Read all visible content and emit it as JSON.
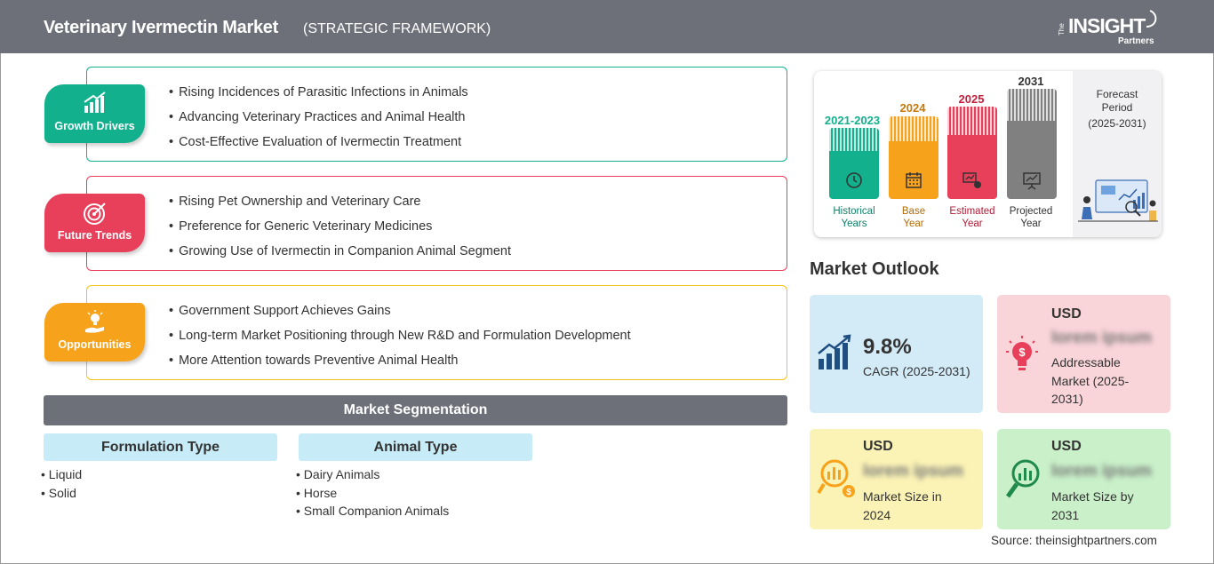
{
  "header": {
    "title": "Veterinary Ivermectin Market",
    "subtitle": "(STRATEGIC FRAMEWORK)",
    "logo": {
      "the": "The",
      "insight": "INSIGHT",
      "partners": "Partners"
    }
  },
  "sections": [
    {
      "label": "Growth Drivers",
      "icon": "growth-chart-icon",
      "color": "#12b08c",
      "items": [
        "Rising Incidences of Parasitic Infections in Animals",
        "Advancing Veterinary Practices and Animal Health",
        "Cost-Effective Evaluation of Ivermectin Treatment"
      ]
    },
    {
      "label": "Future Trends",
      "icon": "target-icon",
      "color": "#e8405a",
      "items": [
        "Rising Pet Ownership and Veterinary Care",
        "Preference for Generic Veterinary Medicines",
        "Growing Use of Ivermectin in Companion Animal Segment"
      ]
    },
    {
      "label": "Opportunities",
      "icon": "lightbulb-hand-icon",
      "color": "#f6a21a",
      "items": [
        "Government Support Achieves Gains",
        "Long-term Market Positioning through New R&D and Formulation Development",
        "More Attention towards Preventive Animal Health"
      ]
    }
  ],
  "segmentation": {
    "title": "Market Segmentation",
    "groups": [
      {
        "title": "Formulation Type",
        "items": [
          "Liquid",
          "Solid"
        ]
      },
      {
        "title": "Animal Type",
        "items": [
          "Dairy Animals",
          "Horse",
          "Small Companion Animals"
        ]
      }
    ]
  },
  "timeline": {
    "periods": [
      {
        "year": "2021-2023",
        "label_line1": "Historical",
        "label_line2": "Years",
        "color": "#12b08c",
        "icon": "history-icon"
      },
      {
        "year": "2024",
        "label_line1": "Base",
        "label_line2": "Year",
        "color": "#f6a21a",
        "icon": "calendar-icon"
      },
      {
        "year": "2025",
        "label_line1": "Estimated",
        "label_line2": "Year",
        "color": "#e8405a",
        "icon": "estimate-icon"
      },
      {
        "year": "2031",
        "label_line1": "Projected",
        "label_line2": "Year",
        "color": "#808080",
        "icon": "presentation-icon"
      }
    ],
    "forecast_line1": "Forecast",
    "forecast_line2": "Period",
    "forecast_line3": "(2025-2031)"
  },
  "outlook": {
    "title": "Market Outlook",
    "cagr": {
      "value": "9.8%",
      "label": "CAGR (2025-2031)",
      "bg": "#d3eaf7"
    },
    "addressable": {
      "usd": "USD",
      "value": "lorem ipsum",
      "label_line1": "Addressable",
      "label_line2": "Market (2025-",
      "label_line3": "2031)",
      "bg": "#f9d4d8"
    },
    "size2024": {
      "usd": "USD",
      "value": "lorem ipsum",
      "label_line1": "Market Size in",
      "label_line2": "2024",
      "bg": "#fbf3b5"
    },
    "size2031": {
      "usd": "USD",
      "value": "lorem ipsum",
      "label_line1": "Market Size by",
      "label_line2": "2031",
      "bg": "#c9f0c9"
    }
  },
  "source": "Source: theinsightpartners.com"
}
